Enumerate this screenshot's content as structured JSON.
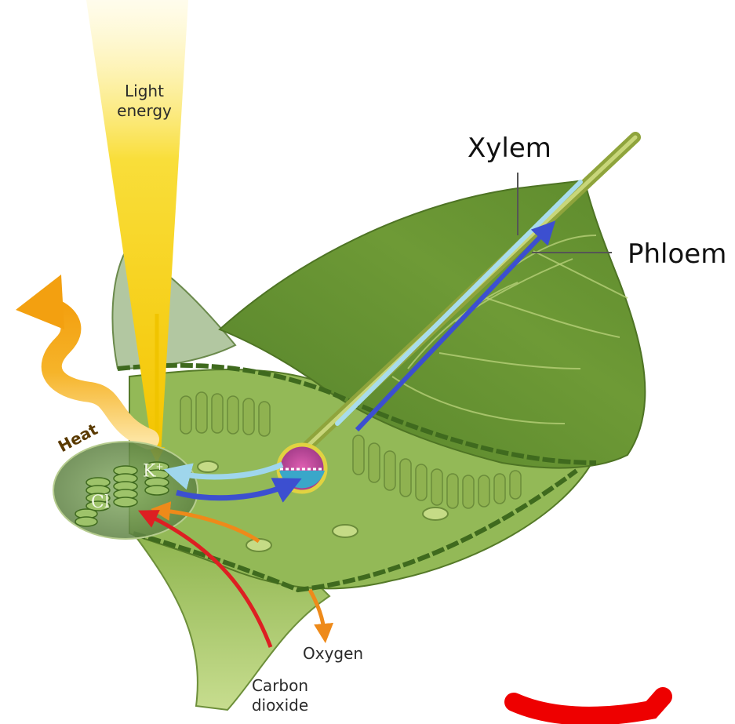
{
  "labels": {
    "light_energy_line1": "Light",
    "light_energy_line2": "energy",
    "xylem": "Xylem",
    "phloem": "Phloem",
    "heat": "Heat",
    "ion_potassium": "K",
    "ion_potassium_charge": "+",
    "ion_chloride": "Cl",
    "oxygen": "Oxygen",
    "carbon_dioxide_line1": "Carbon",
    "carbon_dioxide_line2": "dioxide"
  },
  "colors": {
    "leaf_dark": "#5f8a2e",
    "leaf_mid": "#7aa33c",
    "leaf_light": "#b9d37a",
    "vein": "#c9de94",
    "xylem_blue": "#a8dcec",
    "phloem_arrow": "#3c4fd0",
    "light_beam": "#f7d21a",
    "heat_orange": "#f2a51d",
    "oxygen_arrow": "#ee8a1a",
    "co2_arrow": "#dd1f22",
    "stroke_red": "#ee0000"
  }
}
